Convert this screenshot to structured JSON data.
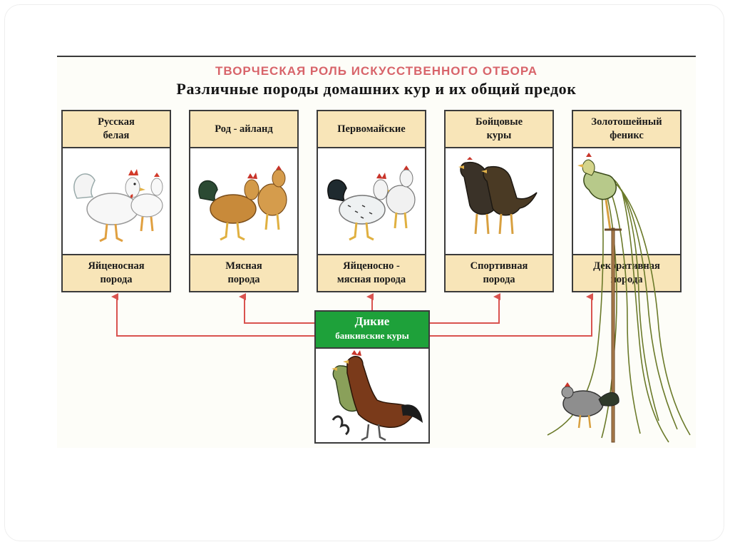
{
  "title": "ТВОРЧЕСКАЯ РОЛЬ ИСКУССТВЕННОГО ОТБОРА",
  "subtitle": "Различные породы домашних кур и их общий предок",
  "breeds": [
    {
      "name_line1": "Русская",
      "name_line2": "белая",
      "type_line1": "Яйценосная",
      "type_line2": "порода"
    },
    {
      "name_line1": "Род - айланд",
      "name_line2": "",
      "type_line1": "Мясная",
      "type_line2": "порода"
    },
    {
      "name_line1": "Первомайские",
      "name_line2": "",
      "type_line1": "Яйценосно -",
      "type_line2": "мясная порода"
    },
    {
      "name_line1": "Бойцовые",
      "name_line2": "куры",
      "type_line1": "Спортивная",
      "type_line2": "порода"
    },
    {
      "name_line1": "Золотошейный",
      "name_line2": "феникс",
      "type_line1": "Декоративная",
      "type_line2": "порода"
    }
  ],
  "ancestor": {
    "title": "Дикие",
    "subtitle": "банкивские куры"
  },
  "colors": {
    "accent_red": "#d8646a",
    "card_header": "#f8e5b8",
    "ancestor_green": "#1ea13a",
    "arrow": "#d9534f"
  },
  "icons": [
    "white-chicken-icon",
    "brown-chicken-icon",
    "speckled-chicken-icon",
    "fighting-chicken-icon",
    "phoenix-chicken-icon",
    "wild-junglefowl-icon"
  ]
}
